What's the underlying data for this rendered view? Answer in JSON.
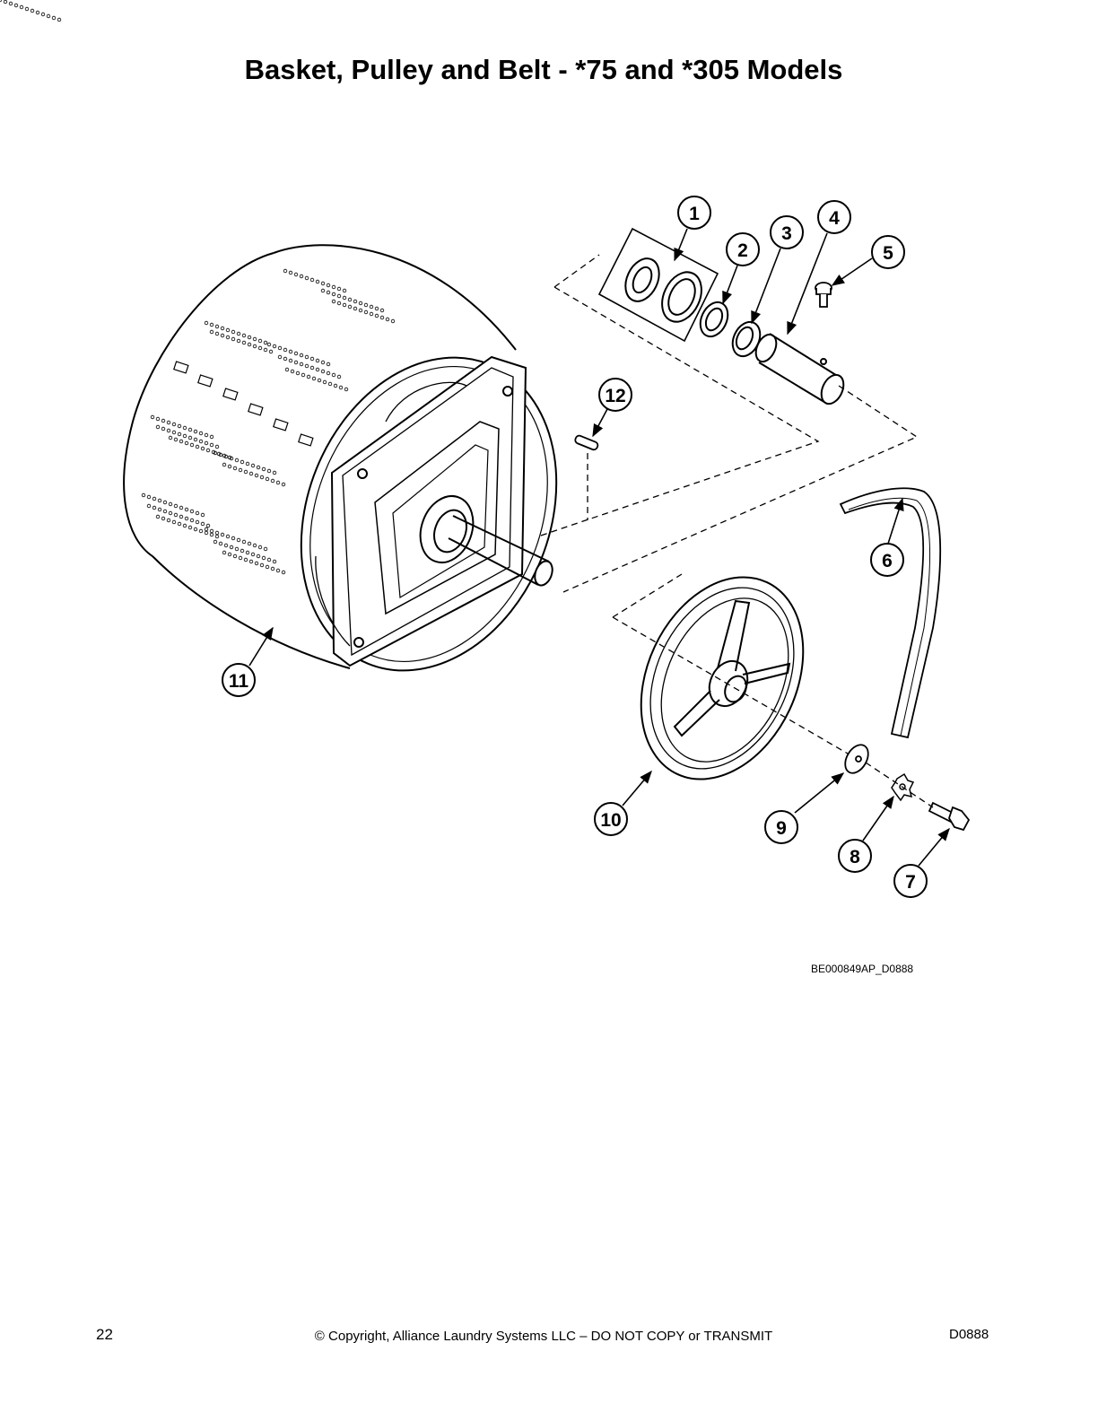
{
  "title": "Basket, Pulley and Belt - *75 and *305 Models",
  "drawing_code": "BE000849AP_D0888",
  "footer": {
    "page_number": "22",
    "copyright": "© Copyright, Alliance Laundry Systems LLC – DO NOT COPY or TRANSMIT",
    "doc_id": "D0888"
  },
  "callouts": [
    "1",
    "2",
    "3",
    "4",
    "5",
    "6",
    "7",
    "8",
    "9",
    "10",
    "11",
    "12"
  ]
}
